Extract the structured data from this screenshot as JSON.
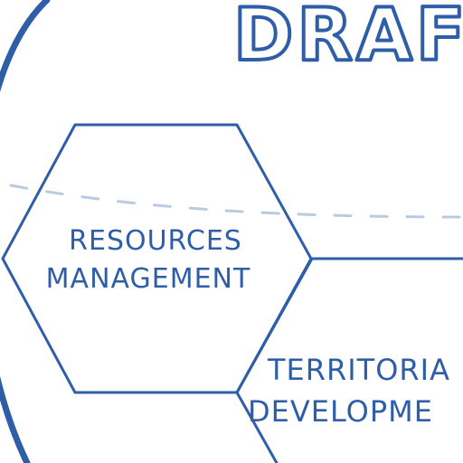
{
  "title": "DRAF",
  "hexagons": [
    {
      "line1": "RESOURCES",
      "line2": "MANAGEMENT"
    },
    {
      "line1": "TERRITORIA",
      "line2": "DEVELOPME"
    }
  ],
  "colors": {
    "ink": "#2f5ea8",
    "dash": "#b9cbe3"
  }
}
